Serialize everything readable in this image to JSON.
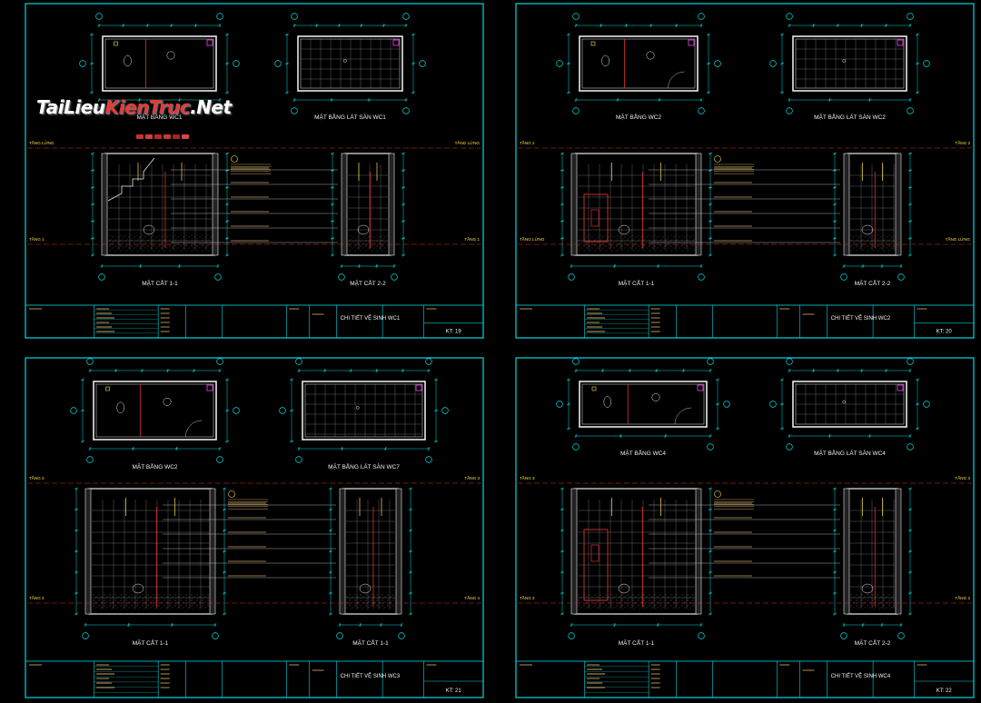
{
  "watermark": {
    "part1": "TaiLieu",
    "part2": "KienTruc",
    "part3": ".Net",
    "dot_colors": [
      "#c83232",
      "#d04040",
      "#b82a2a",
      "#c43838",
      "#a82222",
      "#d44848"
    ]
  },
  "colors": {
    "frame": "#00d8e0",
    "wall": "#e8e8e8",
    "red": "#e03030",
    "dim": "#00d8e0",
    "yellow": "#ffe04a",
    "magenta": "#ff40ff"
  },
  "sheets": [
    {
      "plan1": "MẶT BẰNG WC1",
      "plan2": "MẶT BẰNG LÁT SÀN WC1",
      "sec1": "MẶT CẮT 1-1",
      "sec2": "MẶT CẮT 2-2",
      "lvl_top_l": "TẦNG LỬNG",
      "lvl_top_r": "TẦNG LỬNG",
      "lvl_bot_l": "TẦNG 1",
      "lvl_bot_r": "TẦNG 1",
      "sheet_title": "CHI TIẾT VỆ SINH WC1",
      "code": "KT: 19"
    },
    {
      "plan1": "MẶT BẰNG WC2",
      "plan2": "MẶT BẰNG LÁT SÀN WC2",
      "sec1": "MẶT CẮT 1-1",
      "sec2": "MẶT CẮT 2-2",
      "lvl_top_l": "TẦNG 2",
      "lvl_top_r": "TẦNG 2",
      "lvl_bot_l": "TẦNG LỬNG",
      "lvl_bot_r": "TẦNG LỬNG",
      "sheet_title": "CHI TIẾT VỆ SINH WC2",
      "code": "KT: 20"
    },
    {
      "plan1": "MẶT BẰNG WC2",
      "plan2": "MẶT BẰNG LÁT SÀN WC7",
      "sec1": "MẶT CẮT 1-1",
      "sec2": "MẶT CẮT 1-1",
      "lvl_top_l": "TẦNG 3",
      "lvl_top_r": "TẦNG 3",
      "lvl_bot_l": "TẦNG 4",
      "lvl_bot_r": "TẦNG 4",
      "sheet_title": "CHI TIẾT VỆ SINH WC3",
      "code": "KT: 21"
    },
    {
      "plan1": "MẶT BẰNG WC4",
      "plan2": "MẶT BẰNG LÁT SÀN WC4",
      "sec1": "MẶT CẮT 1-1",
      "sec2": "MẶT CẮT 2-2",
      "lvl_top_l": "TẦNG 3",
      "lvl_top_r": "TẦNG 3",
      "lvl_bot_l": "TẦNG 2",
      "lvl_bot_r": "TẦNG 2",
      "sheet_title": "CHI TIẾT VỆ SINH WC4",
      "code": "KT: 22"
    }
  ]
}
